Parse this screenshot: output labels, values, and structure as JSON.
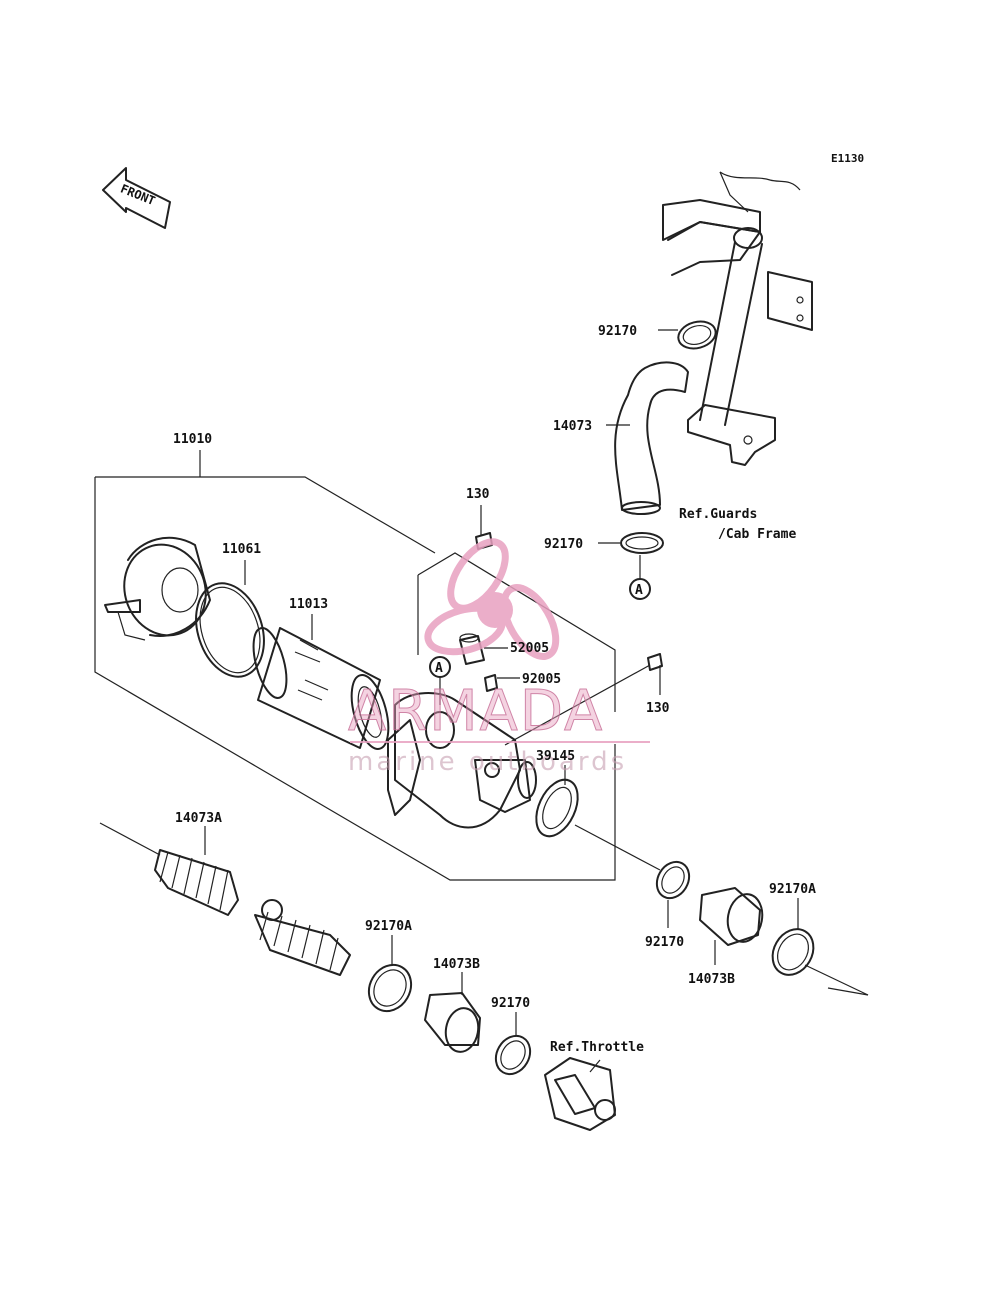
{
  "diagram": {
    "code": "E1130",
    "front_label": "FRONT",
    "callout_a": "A",
    "parts": {
      "p11010": "11010",
      "p11061": "11061",
      "p11013": "11013",
      "p130_top": "130",
      "p130_right": "130",
      "p52005": "52005",
      "p92005": "92005",
      "p39145": "39145",
      "p92170_top": "92170",
      "p92170_mid": "92170",
      "p14073": "14073",
      "p14073A": "14073A",
      "p92170A_left": "92170A",
      "p14073B_left": "14073B",
      "p92170_bottom": "92170",
      "p92170_right": "92170",
      "p14073B_right": "14073B",
      "p92170A_right": "92170A"
    },
    "refs": {
      "guards_line1": "Ref.Guards",
      "guards_line2": "/Cab Frame",
      "throttle": "Ref.Throttle"
    }
  },
  "watermark": {
    "brand": "ARMADA",
    "tagline": "marine outboards",
    "color": "#e8a0c0"
  }
}
